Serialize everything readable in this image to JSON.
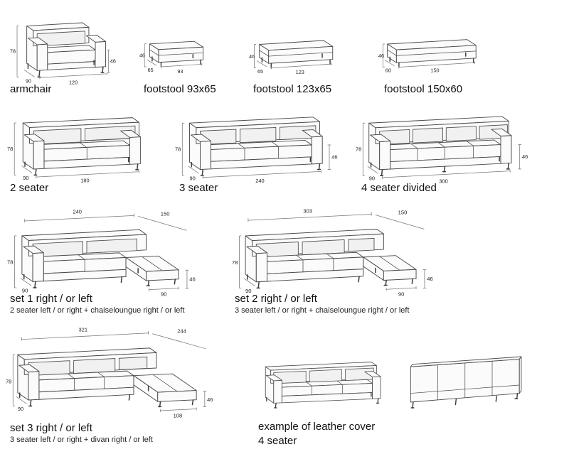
{
  "page": {
    "background": "#ffffff",
    "text_color": "#111111",
    "line_color": "#4a4a4a"
  },
  "items": {
    "armchair": {
      "title": "armchair",
      "dim_height": "78",
      "dim_seat": "46",
      "dim_depth": "90",
      "dim_width": "120"
    },
    "footstool93": {
      "title": "footstool 93x65",
      "dim_height": "46",
      "dim_depth": "65",
      "dim_width": "93"
    },
    "footstool123": {
      "title": "footstool 123x65",
      "dim_height": "46",
      "dim_depth": "65",
      "dim_width": "123"
    },
    "footstool150": {
      "title": "footstool 150x60",
      "dim_height": "46",
      "dim_depth": "60",
      "dim_width": "150"
    },
    "seater2": {
      "title": "2 seater",
      "dim_height": "78",
      "dim_depth": "90",
      "dim_width": "180"
    },
    "seater3": {
      "title": "3 seater",
      "dim_height": "78",
      "dim_seat": "46",
      "dim_depth": "90",
      "dim_width": "240"
    },
    "seater4": {
      "title": "4 seater divided",
      "dim_height": "78",
      "dim_seat": "46",
      "dim_depth": "90",
      "dim_width": "300"
    },
    "set1": {
      "title": "set 1 right / or left",
      "subtitle": "2 seater left / or right + chaiseloungue right / or left",
      "dim_main": "240",
      "dim_chaise": "150",
      "dim_height": "78",
      "dim_seat": "46",
      "dim_depth": "90",
      "dim_chaise_width": "90"
    },
    "set2": {
      "title": "set 2 right / or left",
      "subtitle": "3 seater left / or right + chaiseloungue right / or left",
      "dim_main": "303",
      "dim_chaise": "150",
      "dim_height": "78",
      "dim_seat": "46",
      "dim_depth": "90",
      "dim_chaise_width": "90"
    },
    "set3": {
      "title": "set 3 right / or left",
      "subtitle": "3 seater left / or right + divan right / or left",
      "dim_main": "321",
      "dim_chaise": "244",
      "dim_height": "78",
      "dim_seat": "46",
      "dim_depth": "90",
      "dim_chaise_width": "108"
    },
    "leather": {
      "title_line1": "example of leather cover",
      "title_line2": "4 seater"
    }
  }
}
